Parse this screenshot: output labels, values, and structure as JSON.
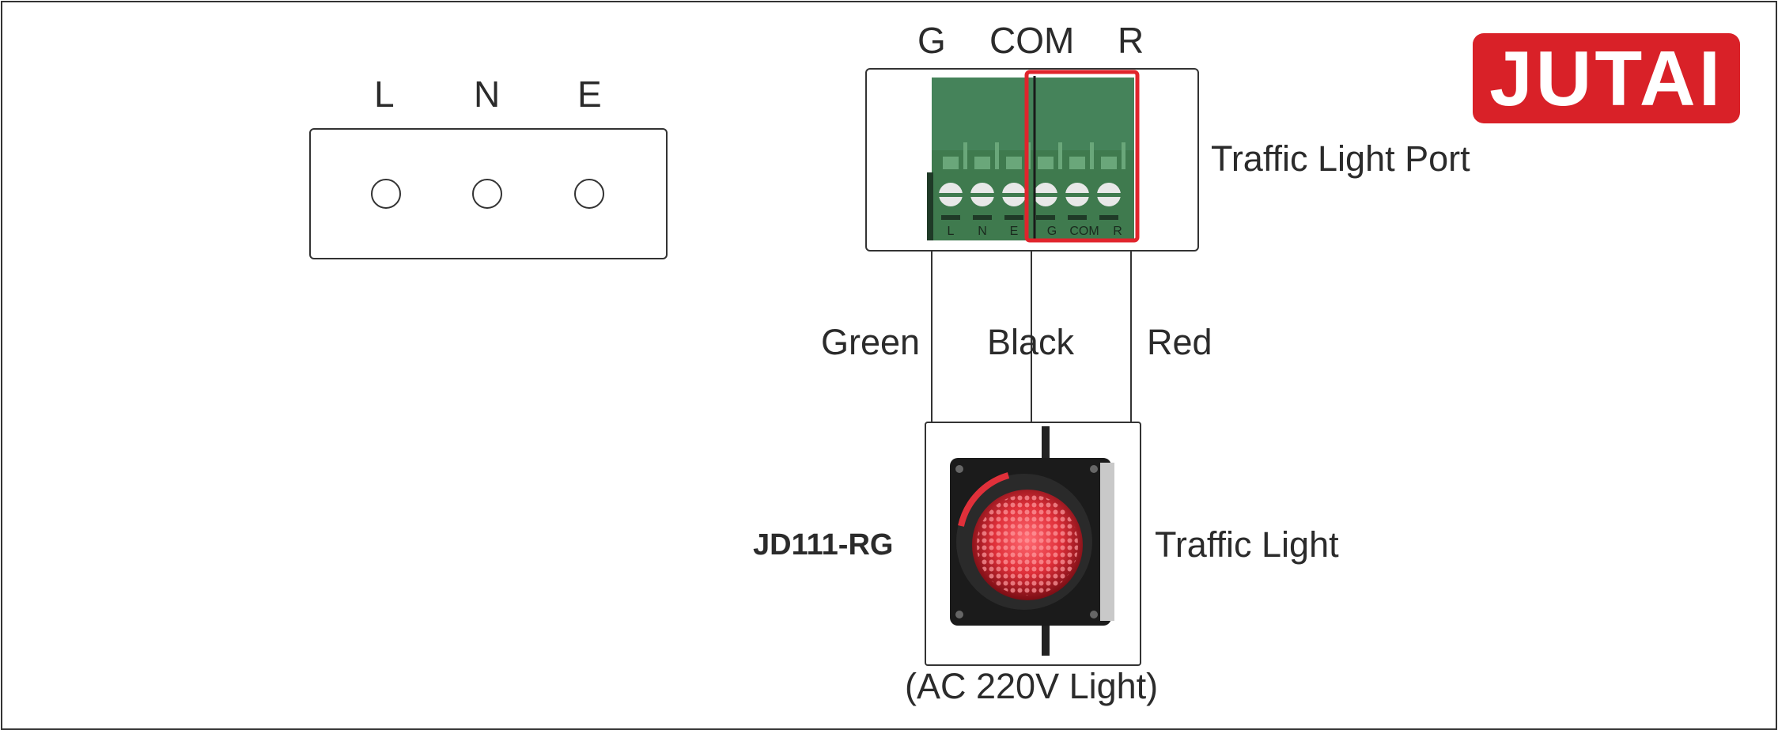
{
  "logo": {
    "text": "JUTAI"
  },
  "power_terminals": {
    "labels": [
      "L",
      "N",
      "E"
    ]
  },
  "port_terminals": {
    "top_labels": [
      "G",
      "COM",
      "R"
    ],
    "block_labels": [
      "L",
      "N",
      "E",
      "G",
      "COM",
      "R"
    ],
    "caption": "Traffic Light Port"
  },
  "wires": {
    "green": "Green",
    "black": "Black",
    "red": "Red"
  },
  "traffic_light": {
    "model": "JD111-RG",
    "caption": "Traffic Light",
    "voltage": "(AC 220V Light)"
  },
  "colors": {
    "brand": "#d92128",
    "terminal_green": "#3f7a4e",
    "highlight": "#e0242c",
    "lamp_red": "#e0303a"
  }
}
